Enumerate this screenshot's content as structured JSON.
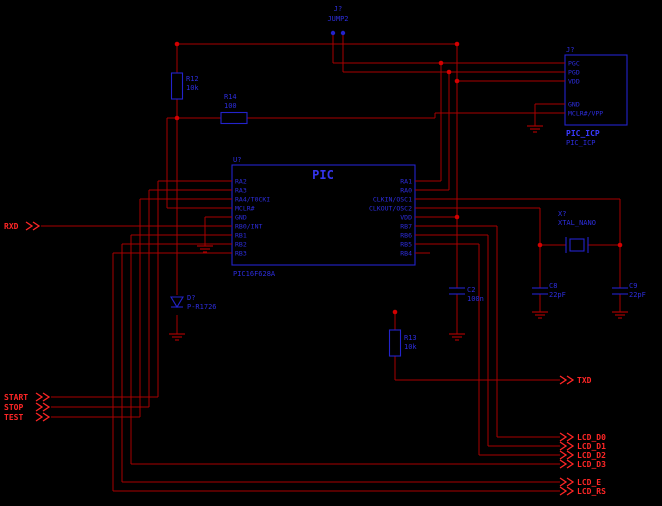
{
  "colors": {
    "background": "#000000",
    "wire": "#A80000",
    "junction": "#D40000",
    "component": "#2323CC",
    "component_text": "#2D2DDD",
    "net_label": "#FF2626"
  },
  "jump2": {
    "ref": "J?",
    "value": "JUMP2"
  },
  "pic": {
    "ref": "U?",
    "title": "PIC",
    "value": "PIC16F628A",
    "pins_left": [
      "RA2",
      "RA3",
      "RA4/T0CKI",
      "MCLR#",
      "GND",
      "RB0/INT",
      "RB1",
      "RB2",
      "RB3"
    ],
    "pins_right": [
      "RA1",
      "RA0",
      "CLKIN/OSC1",
      "CLKOUT/OSC2",
      "VDD",
      "RB7",
      "RB6",
      "RB5",
      "RB4"
    ]
  },
  "icp": {
    "ref": "J?",
    "name": "PIC_ICP",
    "value": "PIC_ICP",
    "pins": [
      "PGC",
      "PGD",
      "VDD",
      "GND",
      "MCLR#/VPP"
    ]
  },
  "r12": {
    "ref": "R12",
    "value": "10k"
  },
  "r14": {
    "ref": "R14",
    "value": "100"
  },
  "r13": {
    "ref": "R13",
    "value": "10k"
  },
  "c2": {
    "ref": "C2",
    "value": "100n"
  },
  "c8": {
    "ref": "C8",
    "value": "22pF"
  },
  "c9": {
    "ref": "C9",
    "value": "22pF"
  },
  "xtal": {
    "ref": "X?",
    "value": "XTAL_NANO"
  },
  "reset": {
    "ref": "D?",
    "value": "P-R1726"
  },
  "labels": {
    "rxd": "RXD",
    "txd": "TXD",
    "start": "START",
    "stop": "STOP",
    "test": "TEST",
    "lcd_d0": "LCD_D0",
    "lcd_d1": "LCD_D1",
    "lcd_d2": "LCD_D2",
    "lcd_d3": "LCD_D3",
    "lcd_e": "LCD_E",
    "lcd_rs": "LCD_RS"
  }
}
